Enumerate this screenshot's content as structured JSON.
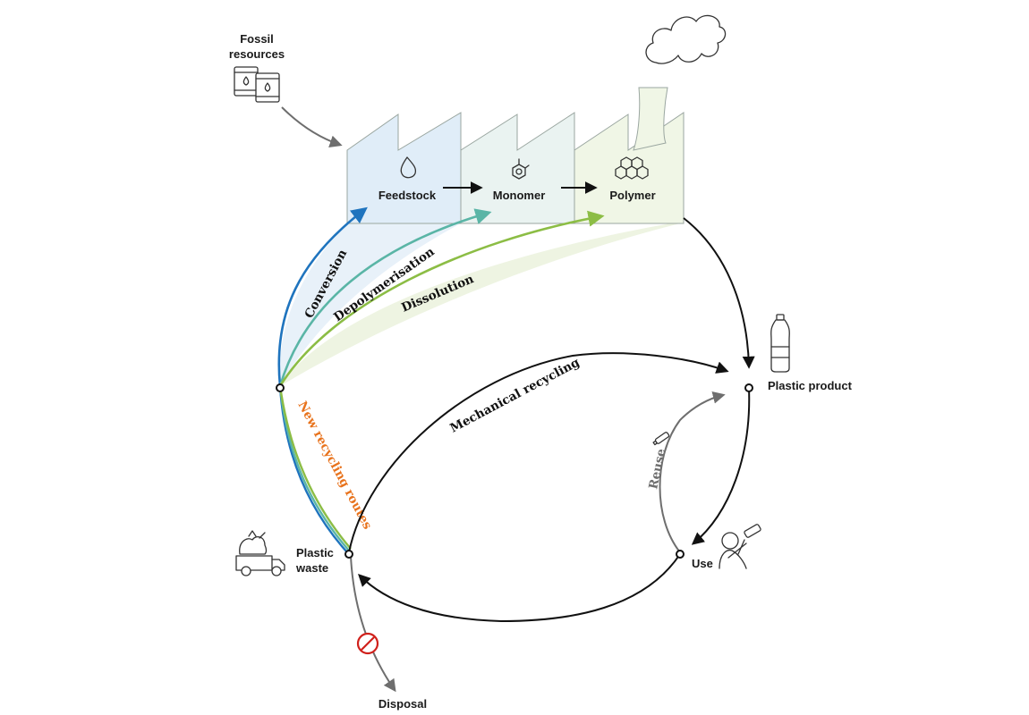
{
  "colors": {
    "conversion": "#1f74be",
    "depolymerisation": "#5ab5a6",
    "dissolution": "#8cbd45",
    "new_routes": "#e8731d",
    "black": "#111111",
    "grey": "#6e6e6e",
    "no_sign": "#d0201b"
  },
  "nodes": {
    "fossil": "Fossil\nresources",
    "feedstock": "Feedstock",
    "monomer": "Monomer",
    "polymer": "Polymer",
    "product": "Plastic product",
    "use": "Use",
    "waste": "Plastic\nwaste",
    "disposal": "Disposal"
  },
  "routes": {
    "conversion": "Conversion",
    "depolymerisation": "Depolymerisation",
    "dissolution": "Dissolution",
    "mechanical": "Mechanical recycling",
    "reuse": "Reuse",
    "new_routes": "New recycling routes"
  },
  "icons": [
    "oil-barrels-icon",
    "drop-icon",
    "molecule-icon",
    "polymer-rings-icon",
    "smoke-cloud-icon",
    "bottle-icon",
    "person-drinking-icon",
    "garbage-truck-icon",
    "no-entry-icon"
  ]
}
